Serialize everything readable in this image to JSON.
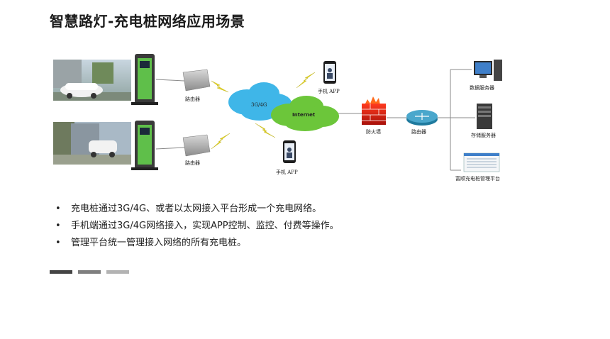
{
  "page": {
    "title": "智慧路灯-充电桩网络应用场景"
  },
  "diagram": {
    "router_top": "路由器",
    "router_bottom": "路由器",
    "cloud_3g": "3G/4G",
    "cloud_internet": "Internet",
    "phone_top": "手机 APP",
    "phone_bottom": "手机 APP",
    "firewall": "防火墙",
    "router_center": "路由器",
    "data_server": "数据服务器",
    "storage_server": "存储服务器",
    "platform": "富顺充电桩管理平台"
  },
  "bullets": [
    "充电桩通过3G/4G、或者以太网接入平台形成一个充电网络。",
    "手机端通过3G/4G网络接入，实现APP控制、监控、付费等操作。",
    "管理平台统一管理接入网络的所有充电桩。"
  ],
  "colors": {
    "bar1": "#444444",
    "bar2": "#7f7f7f",
    "bar3": "#b3b3b3",
    "cloud_blue": "#3fb6e8",
    "cloud_green": "#6cc63a",
    "bolt": "#e8d81e"
  }
}
